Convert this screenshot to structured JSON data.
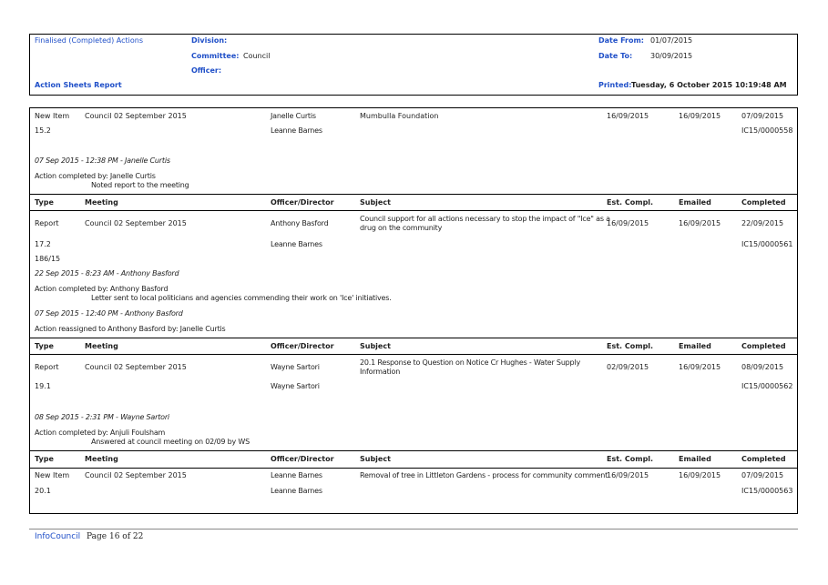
{
  "header": {
    "report_type": "Finalised (Completed) Actions",
    "division_label": "Division:",
    "committee_label": "Committee:",
    "committee_value": "Council",
    "officer_label": "Officer:",
    "report_name": "Action Sheets Report",
    "date_from_label": "Date From:",
    "date_from_value": "01/07/2015",
    "date_to_label": "Date To:",
    "date_to_value": "30/09/2015",
    "printed_label": "Printed:",
    "printed_value": "Tuesday, 6 October 2015  10:19:48 AM"
  },
  "columns": {
    "type": "Type",
    "meeting": "Meeting",
    "officer": "Officer/Director",
    "subject": "Subject",
    "est": "Est. Compl.",
    "emailed": "Emailed",
    "completed": "Completed"
  },
  "records": [
    {
      "type": "New Item",
      "meeting": "Council 02 September 2015",
      "officer": "Janelle Curtis",
      "subject": "Mumbulla Foundation",
      "est": "16/09/2015",
      "emailed": "16/09/2015",
      "completed": "07/09/2015",
      "item": "15.2",
      "officer2": "Leanne Barnes",
      "ref": "IC15/0000558",
      "note_heading": "07 Sep 2015 - 12:38 PM - Janelle Curtis",
      "note_action": "Action completed by: Janelle Curtis",
      "note_detail": "Noted report to the meeting"
    },
    {
      "type": "Report",
      "meeting": "Council 02 September 2015",
      "officer": "Anthony Basford",
      "subject_line1": "Council support for all actions necessary to stop the impact of \"Ice\" as a",
      "subject_line2": "drug on the community",
      "est": "16/09/2015",
      "emailed": "16/09/2015",
      "completed": "22/09/2015",
      "item": "17.2",
      "officer2": "Leanne Barnes",
      "ref": "IC15/0000561",
      "resolution": "186/15",
      "note_heading": "22 Sep 2015 - 8:23 AM - Anthony Basford",
      "note_action": "Action completed by: Anthony Basford",
      "note_detail": "Letter sent to local politicians and agencies commending their work on 'Ice' initiatives.",
      "note2_heading": "07 Sep 2015 - 12:40 PM - Anthony Basford",
      "note2_action": "Action reassigned to Anthony Basford by: Janelle Curtis"
    },
    {
      "type": "Report",
      "meeting": "Council 02 September 2015",
      "officer": "Wayne Sartori",
      "subject_line1": "20.1 Response to Question on Notice Cr Hughes - Water Supply",
      "subject_line2": "Information",
      "est": "02/09/2015",
      "emailed": "16/09/2015",
      "completed": "08/09/2015",
      "item": "19.1",
      "officer2": "Wayne Sartori",
      "ref": "IC15/0000562",
      "note_heading": "08 Sep 2015 - 2:31 PM - Wayne Sartori",
      "note_action": "Action completed by: Anjuli Foulsham",
      "note_detail": "Answered at council meeting on 02/09 by WS"
    },
    {
      "type": "New Item",
      "meeting": "Council 02 September 2015",
      "officer": "Leanne Barnes",
      "subject": "Removal of tree in Littleton Gardens - process for community comment",
      "est": "16/09/2015",
      "emailed": "16/09/2015",
      "completed": "07/09/2015",
      "item": "20.1",
      "officer2": "Leanne Barnes",
      "ref": "IC15/0000563"
    }
  ],
  "footer": {
    "brand": "InfoCouncil",
    "page": "Page 16 of 22"
  }
}
